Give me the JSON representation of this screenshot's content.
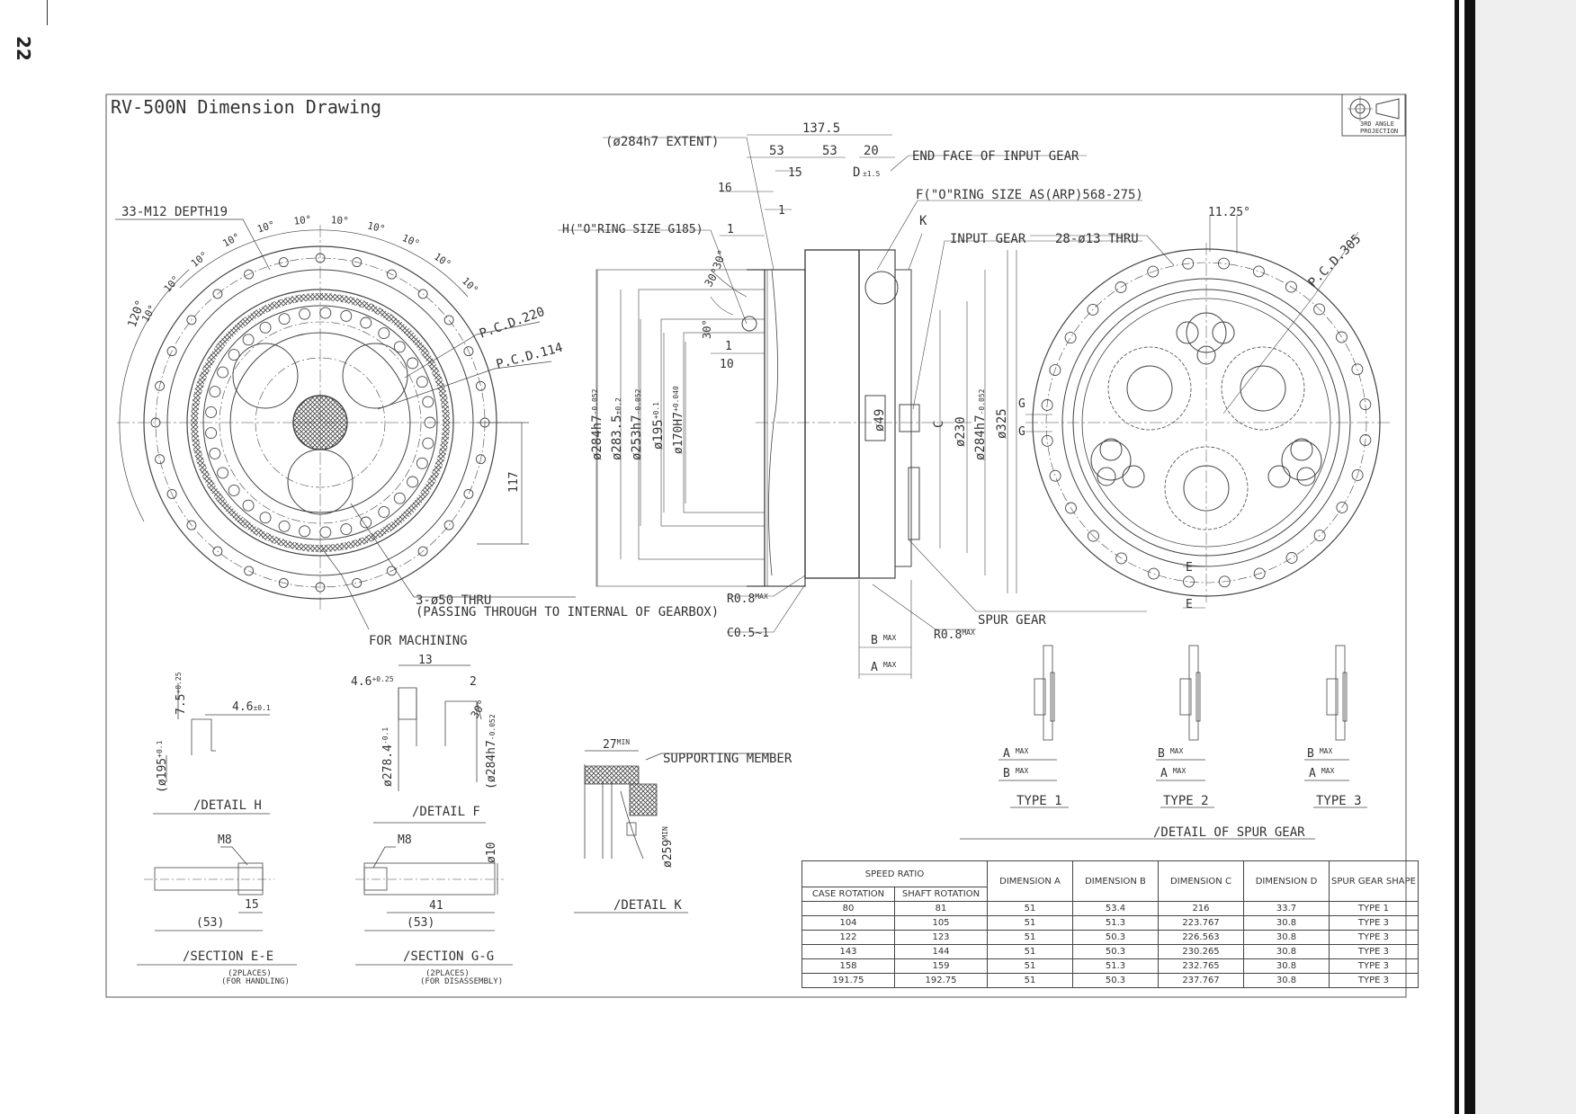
{
  "page": {
    "number": "22"
  },
  "drawing": {
    "title": "RV-500N Dimension Drawing",
    "projection": {
      "line1": "3RD ANGLE",
      "line2": "PROJECTION"
    }
  },
  "front_view": {
    "bolt_note": "33-M12 DEPTH19",
    "pcd_outer": "P.C.D.220",
    "pcd_inner": "P.C.D.114",
    "angle_120": "120°",
    "angle_10": "10°",
    "dim_117": "117",
    "thru_note_line1": "3-ø50 THRU",
    "thru_note_line2": "(PASSING THROUGH TO INTERNAL OF GEARBOX)",
    "machining": "FOR MACHINING"
  },
  "section_view": {
    "extent": "(ø284h7 EXTENT)",
    "d_137_5": "137.5",
    "d_53a": "53",
    "d_53b": "53",
    "d_20": "20",
    "d_15": "15",
    "d_16": "16",
    "d_1a": "1",
    "d_1b": "1",
    "d_1c": "1",
    "d_10": "10",
    "d_d": "D",
    "d_d_tol": "±1.5",
    "end_face": "END FACE OF INPUT GEAR",
    "oring_f": "F(\"O\"RING SIZE AS(ARP)568-275)",
    "oring_h": "H(\"O\"RING SIZE G185)",
    "k_label": "K",
    "input_gear": "INPUT GEAR",
    "angle_30a": "30°",
    "angle_30b": "30°",
    "angle_30c": "30°",
    "dia_284a": "ø284h7",
    "dia_284a_tol": "-0.052",
    "dia_283_5": "ø283.5",
    "dia_283_5_tol": "±0.2",
    "dia_253": "ø253h7",
    "dia_253_tol": "-0.052",
    "dia_195": "ø195",
    "dia_195_tol": "+0.1",
    "dia_170": "ø170H7",
    "dia_170_tol": "+0.040",
    "dia_49": "ø49",
    "c_label": "C",
    "dia_230": "ø230",
    "dia_284b": "ø284h7",
    "dia_284b_tol": "-0.052",
    "dia_325": "ø325",
    "r08a": "R0.8",
    "r08b": "R0.8",
    "max": "MAX",
    "c05": "C0.5~1",
    "spur_gear": "SPUR GEAR",
    "b_max": "B",
    "a_max": "A"
  },
  "rear_view": {
    "angle": "11.25°",
    "thru": "28-ø13 THRU",
    "pcd": "P.C.D.305",
    "g": "G",
    "e": "E"
  },
  "details": {
    "h_75": "7.5",
    "h_75_tol": "+0.25",
    "h_46": "4.6",
    "h_46_tol": "±0.1",
    "h_195": "(ø195",
    "h_195_tol": "+0.1",
    "detail_h": "/DETAIL H",
    "f_13": "13",
    "f_46": "4.6",
    "f_46_tol": "+0.25",
    "f_2": "2",
    "f_30": "30°",
    "f_278": "ø278.4",
    "f_278_tol": "-0.1",
    "f_284": "(ø284h7",
    "f_284_tol": "-0.052",
    "detail_f": "/DETAIL F",
    "k_27": "27",
    "k_min": "MIN",
    "supporting": "SUPPORTING MEMBER",
    "k_259": "ø259",
    "detail_k": "/DETAIL K",
    "ee_m8": "M8",
    "ee_15": "15",
    "ee_53": "(53)",
    "section_ee": "/SECTION E-E",
    "section_ee_note1": "(2PLACES)",
    "section_ee_note2": "(FOR HANDLING)",
    "gg_m8": "M8",
    "gg_10": "ø10",
    "gg_41": "41",
    "gg_53": "(53)",
    "section_gg": "/SECTION G-G",
    "section_gg_note1": "(2PLACES)",
    "section_gg_note2": "(FOR DISASSEMBLY)"
  },
  "spur_gear_types": {
    "type1": "TYPE 1",
    "type2": "TYPE 2",
    "type3": "TYPE 3",
    "a": "A",
    "b": "B",
    "max": "MAX",
    "detail": "/DETAIL OF SPUR GEAR"
  },
  "table": {
    "speed_ratio": "SPEED RATIO",
    "case_rotation": "CASE ROTATION",
    "shaft_rotation": "SHAFT ROTATION",
    "dimension_a": "DIMENSION A",
    "dimension_b": "DIMENSION B",
    "dimension_c": "DIMENSION C",
    "dimension_d": "DIMENSION D",
    "spur_gear_shape": "SPUR GEAR SHAPE",
    "rows": [
      [
        "80",
        "81",
        "51",
        "53.4",
        "216",
        "33.7",
        "TYPE 1"
      ],
      [
        "104",
        "105",
        "51",
        "51.3",
        "223.767",
        "30.8",
        "TYPE 3"
      ],
      [
        "122",
        "123",
        "51",
        "50.3",
        "226.563",
        "30.8",
        "TYPE 3"
      ],
      [
        "143",
        "144",
        "51",
        "50.3",
        "230.265",
        "30.8",
        "TYPE 3"
      ],
      [
        "158",
        "159",
        "51",
        "51.3",
        "232.765",
        "30.8",
        "TYPE 3"
      ],
      [
        "191.75",
        "192.75",
        "51",
        "50.3",
        "237.767",
        "30.8",
        "TYPE 3"
      ]
    ]
  }
}
